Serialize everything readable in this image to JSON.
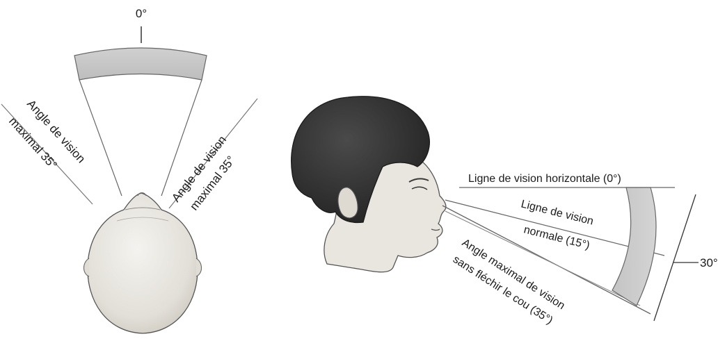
{
  "top_view": {
    "zero_label": "0°",
    "left_label_line1": "Angle de vision",
    "left_label_line2": "maximal 35°",
    "right_label_line1": "Angle de vision",
    "right_label_line2": "maximal 35°"
  },
  "side_view": {
    "horizontal_label": "Ligne de vision horizontale (0°)",
    "normal_label_line1": "Ligne de vision",
    "normal_label_line2": "normale (15°)",
    "max_label_line1": "Angle maximal de vision",
    "max_label_line2": "sans fléchir le cou (35°)",
    "span_label": "30°"
  },
  "colors": {
    "band_fill": "#c9c9c9",
    "line": "#555555",
    "skin": "#e6e3dc",
    "hair": "#2e2e2e"
  }
}
